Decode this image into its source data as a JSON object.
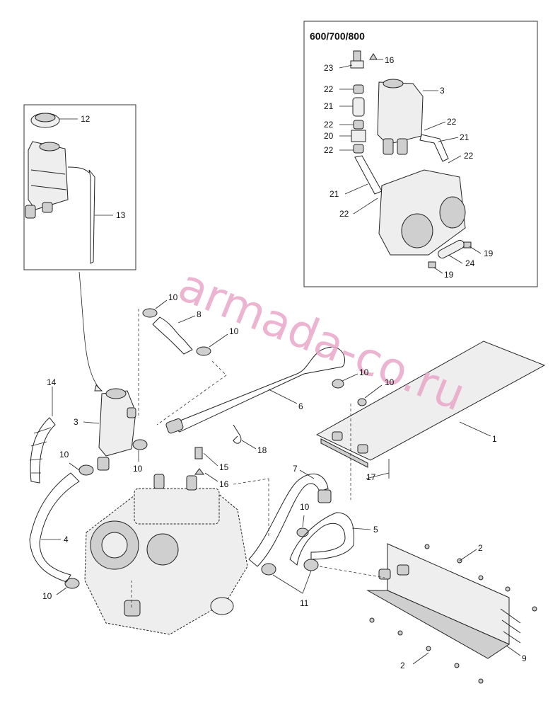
{
  "inset": {
    "title": "600/700/800"
  },
  "watermark": "armada-co.ru",
  "callouts": {
    "c1": "1",
    "c2a": "2",
    "c2b": "2",
    "c3_main": "3",
    "c3_inset": "3",
    "c4": "4",
    "c5": "5",
    "c6": "6",
    "c7": "7",
    "c8": "8",
    "c9": "9",
    "c10a": "10",
    "c10b": "10",
    "c10c": "10",
    "c10d": "10",
    "c10e": "10",
    "c10f": "10",
    "c10g": "10",
    "c10h": "10",
    "c11": "11",
    "c12": "12",
    "c13": "13",
    "c14": "14",
    "c15": "15",
    "c16_main": "16",
    "c16_inset": "16",
    "c17": "17",
    "c18": "18",
    "c19a": "19",
    "c19b": "19",
    "c20": "20",
    "c21a": "21",
    "c21b": "21",
    "c21c": "21",
    "c22a": "22",
    "c22b": "22",
    "c22c": "22",
    "c22d": "22",
    "c22e": "22",
    "c22f": "22",
    "c23": "23",
    "c24": "24"
  }
}
